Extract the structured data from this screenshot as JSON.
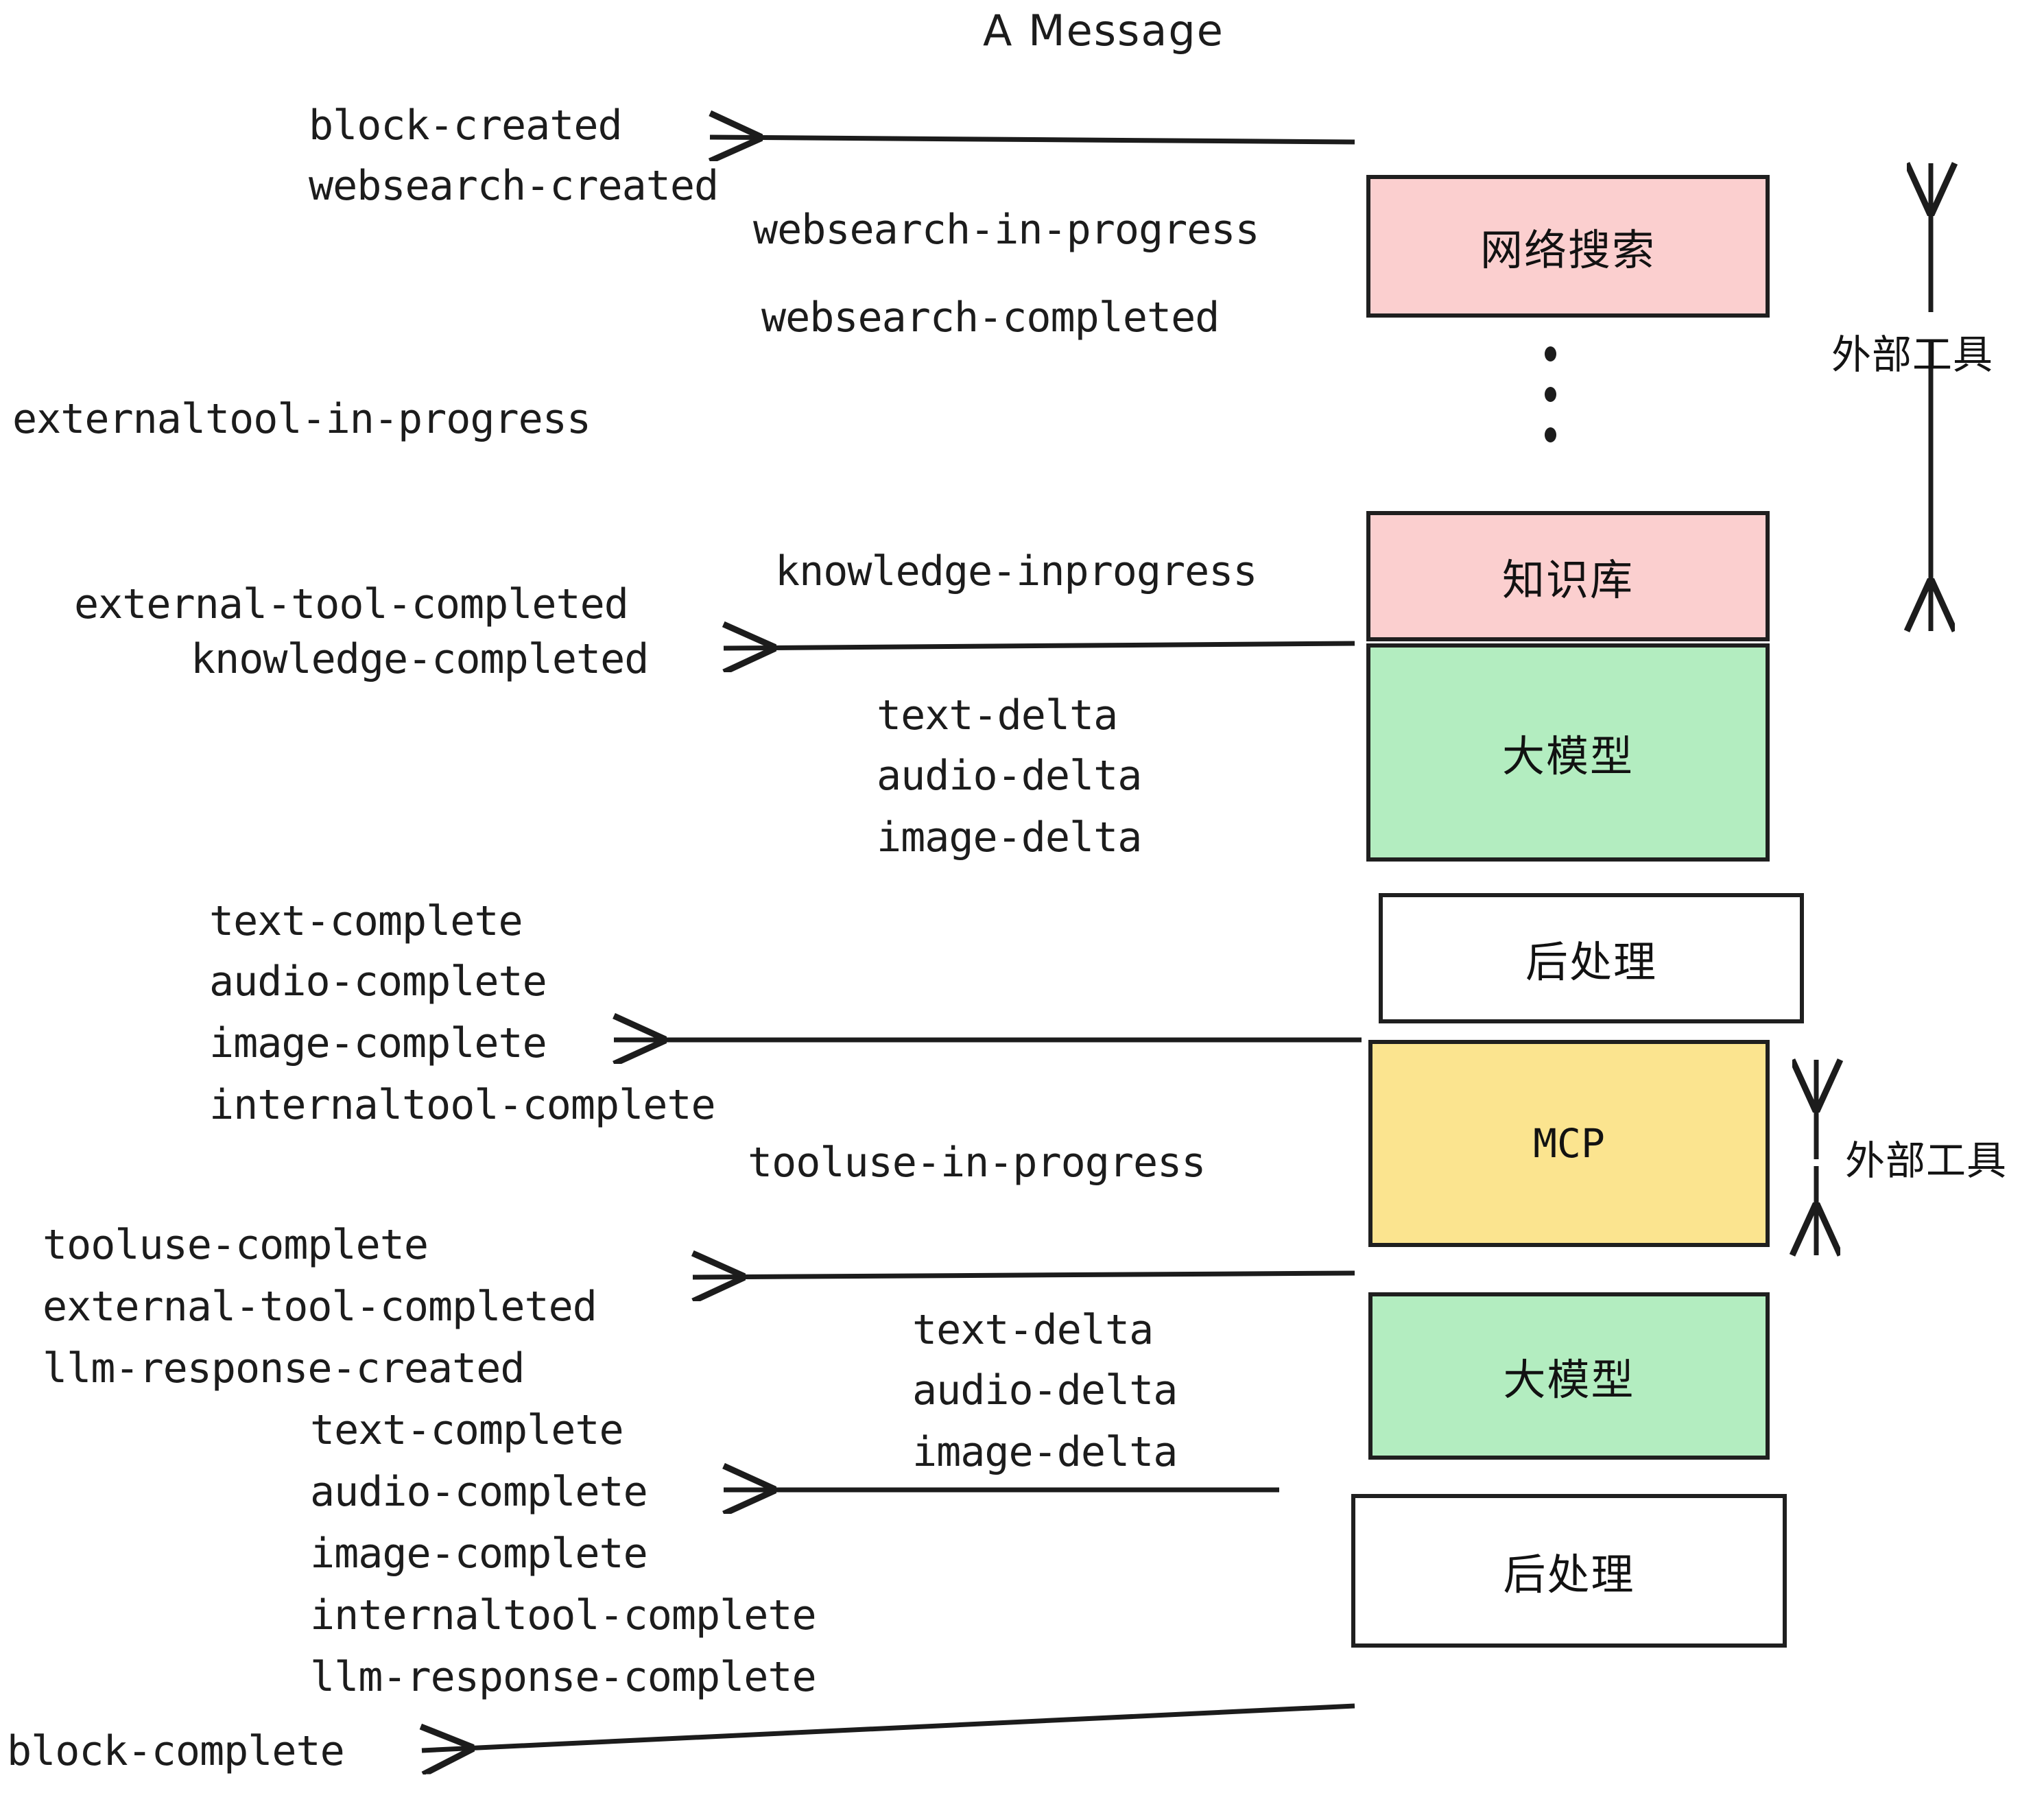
{
  "title": "A Message",
  "colors": {
    "pink": "#fbcfcf",
    "green": "#b3edc0",
    "yellow": "#fbe48f",
    "white": "#ffffff",
    "stroke": "#1f1f1f",
    "text": "#1c1c1c"
  },
  "boxes": [
    {
      "id": "websearch",
      "label": "网络搜索",
      "fill": "pink",
      "mono": false
    },
    {
      "id": "knowledge",
      "label": "知识库",
      "fill": "pink",
      "mono": false
    },
    {
      "id": "llm-top",
      "label": "大模型",
      "fill": "green",
      "mono": false
    },
    {
      "id": "postproc-top",
      "label": "后处理",
      "fill": "white",
      "mono": false
    },
    {
      "id": "mcp",
      "label": "MCP",
      "fill": "yellow",
      "mono": true
    },
    {
      "id": "llm-bottom",
      "label": "大模型",
      "fill": "green",
      "mono": false
    },
    {
      "id": "postproc-bot",
      "label": "后处理",
      "fill": "white",
      "mono": false
    }
  ],
  "side_labels": [
    {
      "id": "external-tools-top",
      "text": "外部工具"
    },
    {
      "id": "external-tools-bottom",
      "text": "外部工具"
    }
  ],
  "events": {
    "block_created": "block-created",
    "websearch_created": "websearch-created",
    "websearch_in_progress": "websearch-in-progress",
    "websearch_completed": "websearch-completed",
    "externaltool_in_progress": "externaltool-in-progress",
    "knowledge_inprogress": "knowledge-inprogress",
    "external_tool_completed": "external-tool-completed",
    "knowledge_completed": "knowledge-completed",
    "text_delta": "text-delta",
    "audio_delta": "audio-delta",
    "image_delta": "image-delta",
    "text_complete": "text-complete",
    "audio_complete": "audio-complete",
    "image_complete": "image-complete",
    "internaltool_complete": "internaltool-complete",
    "tooluse_in_progress": "tooluse-in-progress",
    "tooluse_complete": "tooluse-complete",
    "external_tool_completed2": "external-tool-completed",
    "llm_response_created": "llm-response-created",
    "text_complete2": "text-complete",
    "audio_complete2": "audio-complete",
    "image_complete2": "image-complete",
    "internaltool_complete2": "internaltool-complete",
    "llm_response_complete": "llm-response-complete",
    "block_complete": "block-complete",
    "text_delta2": "text-delta",
    "audio_delta2": "audio-delta",
    "image_delta2": "image-delta"
  }
}
